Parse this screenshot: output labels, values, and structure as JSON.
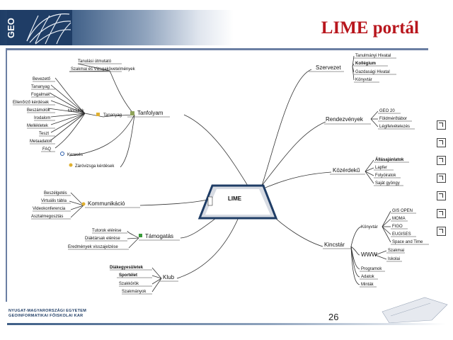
{
  "slide": {
    "title": "LIME portál",
    "logo_text": "GEO",
    "page_number": "26",
    "footer_line1": "NYUGAT-MAGYARORSZÁGI EGYETEM",
    "footer_line2": "GEOINFORMATIKAI FŐISKOLAI KAR"
  },
  "mindmap": {
    "center": "LIME",
    "tanfolyam": {
      "label": "Tanfolyam",
      "top": [
        "Tanulási útmutató",
        "Szakmai és Vizsgakövetelmények"
      ],
      "modulok_label": "Modulok",
      "tananyag_label": "Tananyag",
      "modules": [
        "Bevezető",
        "Tananyag",
        "Fogalmak",
        "Ellenőrző kérdések",
        "Beszámolók",
        "Irodalom",
        "Mellékletek",
        "Teszt",
        "Metaadatok",
        "FAQ"
      ],
      "kereses": "Keresés",
      "zaro": "Záróvizsga kérdések"
    },
    "kommunikacio": {
      "label": "Kommunikáció",
      "items": [
        "Beszélgetés",
        "Virtuális tábla",
        "Videokonferencia",
        "Asztalmegosztás"
      ]
    },
    "tamogatas": {
      "label": "Támogatás",
      "items": [
        "Tutorok elérése",
        "Diáktársak elérése",
        "Eredmények visszajelzése"
      ]
    },
    "klub": {
      "label": "Klub",
      "items": [
        "Diákegyesületek",
        "Sportélet",
        "Szakkörök",
        "Szakmányok"
      ]
    },
    "szervezet": {
      "label": "Szervezet",
      "items": [
        "Tanulmányi Hivatal",
        "Kollégium",
        "Gazdasági Hivatal",
        "Könyvtár"
      ]
    },
    "rendezvenyek": {
      "label": "Rendezvények",
      "items": [
        "GEO 20",
        "Földmérőtábor",
        "Légifelvételezés"
      ]
    },
    "kozerdeku": {
      "label": "Közérdekű",
      "items": [
        "Állásajánlatok",
        "Lapfer",
        "Folyóiratok",
        "Saját gyöngy"
      ]
    },
    "kincstar": {
      "label": "Kincstár",
      "konyvtar_label": "Könyvtár",
      "konyvtar_items": [
        "GIS OPEN",
        "MOMA",
        "FIGO",
        "EUGISES",
        "Space and Time"
      ],
      "www_label": "WWW",
      "www_items": [
        "Szakmai",
        "Iskolai"
      ],
      "bottom": [
        "Programok",
        "Adatok",
        "Minták"
      ]
    }
  }
}
